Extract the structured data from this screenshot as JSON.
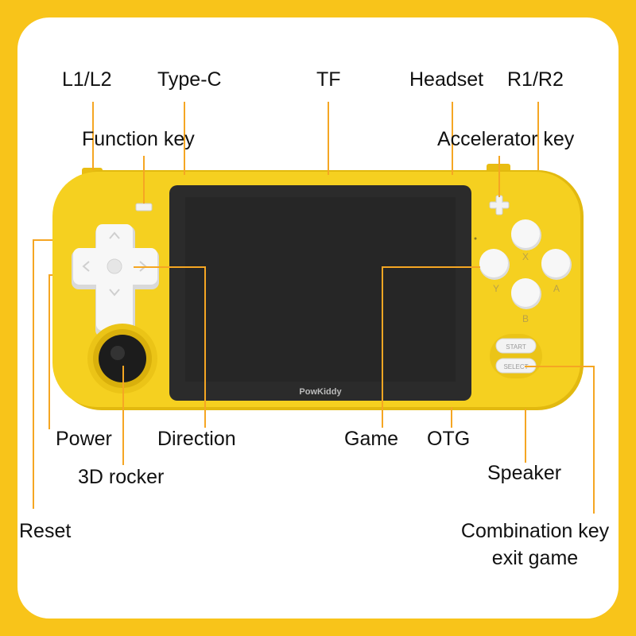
{
  "brand": "PowKiddy",
  "colors": {
    "frame": "#f8c41a",
    "device_body": "#f5d020",
    "device_shadow": "#e2b90f",
    "screen_bezel": "#2b2b2b",
    "screen": "#2a2a2a",
    "leader_line": "#f5a623",
    "button_face": "#f7f7f7"
  },
  "labels": {
    "l1l2": "L1/L2",
    "type_c": "Type-C",
    "tf": "TF",
    "headset": "Headset",
    "r1r2": "R1/R2",
    "function_key": "Function key",
    "accelerator_key": "Accelerator key",
    "power": "Power",
    "direction": "Direction",
    "game": "Game",
    "otg": "OTG",
    "speaker": "Speaker",
    "rocker_3d": "3D rocker",
    "reset": "Reset",
    "combination_line1": "Combination key",
    "combination_line2": "exit game"
  },
  "buttons": {
    "x": "X",
    "y": "Y",
    "a": "A",
    "b": "B",
    "start": "START",
    "select": "SELECT"
  }
}
